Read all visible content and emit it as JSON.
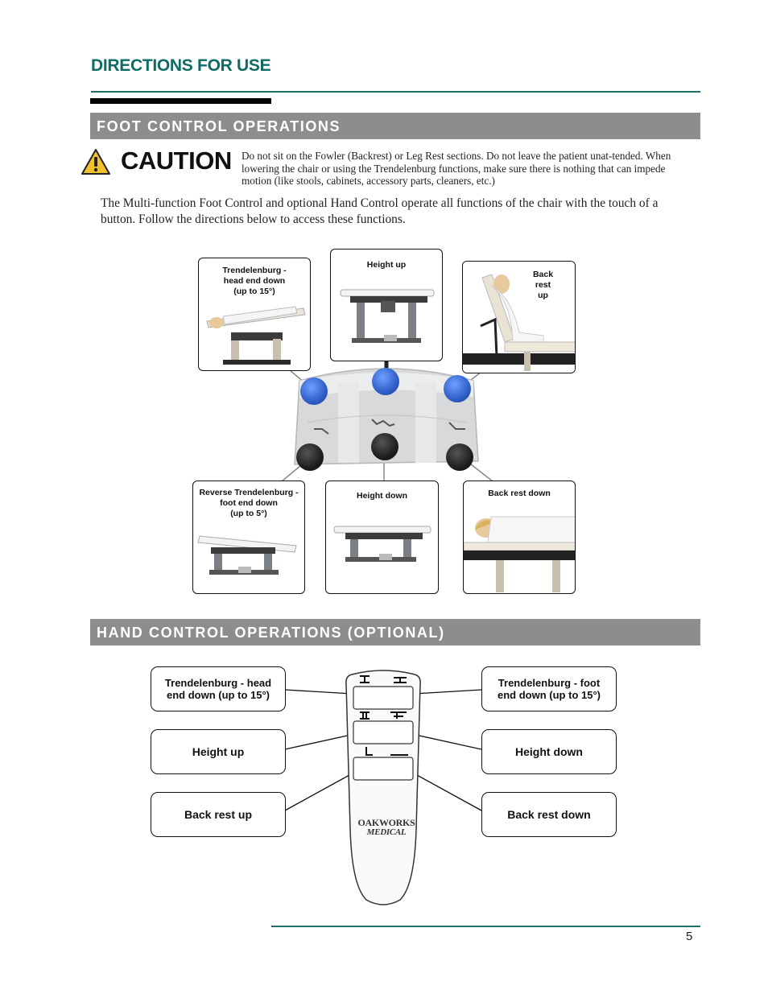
{
  "header": {
    "title": "DIRECTIONS FOR USE"
  },
  "foot_section": {
    "title": "FOOT CONTROL OPERATIONS"
  },
  "caution": {
    "word": "CAUTION",
    "text": "Do not sit on the Fowler (Backrest) or Leg Rest sections. Do not leave the patient unat-tended. When lowering the chair or using the Trendelenburg functions, make sure there is nothing that can impede motion (like stools, cabinets, accessory parts, cleaners, etc.)"
  },
  "intro": "The Multi-function Foot Control and optional Hand Control operate all functions of the chair with the touch of a button. Follow the directions below to access these functions.",
  "foot_cards": {
    "trend_head_down": {
      "line1": "Trendelenburg -",
      "line2": "head end down",
      "line3": "(up to 15°)"
    },
    "height_up": {
      "label": "Height up"
    },
    "back_rest_up": {
      "line1": "Back",
      "line2": "rest",
      "line3": "up"
    },
    "reverse_trend": {
      "line1": "Reverse Trendelenburg -",
      "line2": "foot end down",
      "line3": "(up to 5°)"
    },
    "height_down": {
      "label": "Height down"
    },
    "back_rest_down": {
      "label": "Back rest down"
    }
  },
  "hand_section": {
    "title": "HAND CONTROL OPERATIONS (OPTIONAL)"
  },
  "hand_labels": {
    "trend_head_line1": "Trendelenburg - head",
    "trend_head_line2": "end down (up to 15°)",
    "trend_foot_line1": "Trendelenburg - foot",
    "trend_foot_line2": "end down (up to 15°)",
    "height_up": "Height up",
    "height_down": "Height down",
    "back_rest_up": "Back rest up",
    "back_rest_down": "Back rest down"
  },
  "remote_logo": {
    "line1": "OAKWORKS",
    "line2": "MEDICAL"
  },
  "colors": {
    "teal": "#0f6b63",
    "bar_gray": "#8d8d8d",
    "button_blue": "#2f5fc8",
    "button_black": "#1a1a1a"
  },
  "page_number": "5"
}
